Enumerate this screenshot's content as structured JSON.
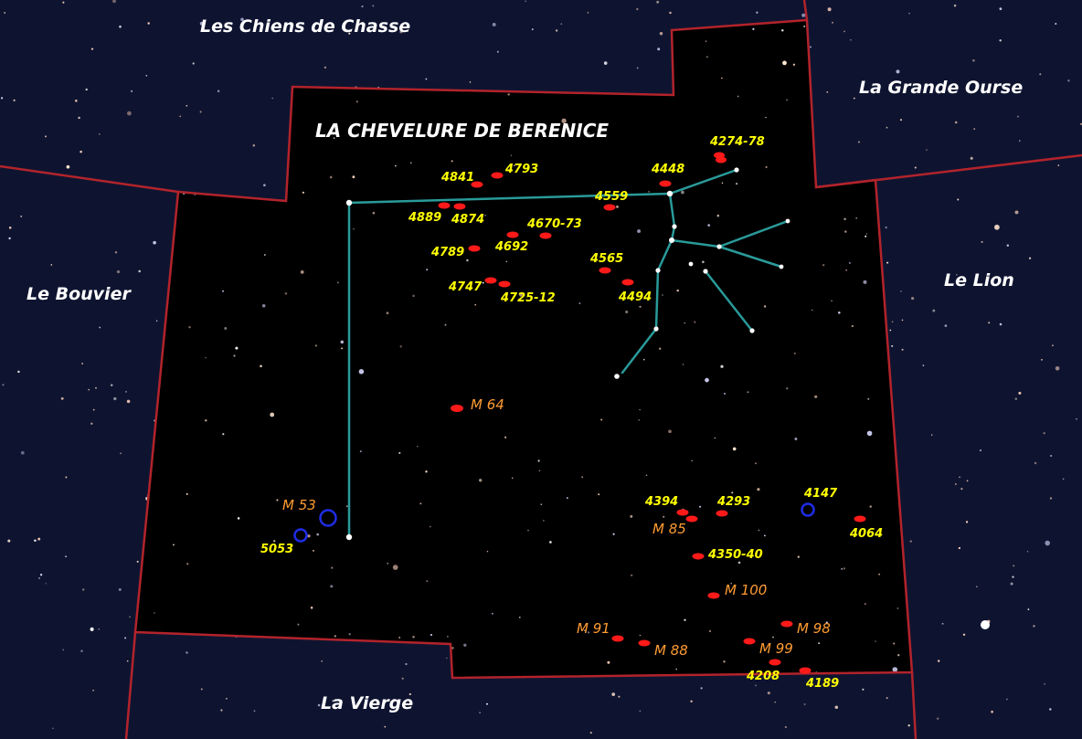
{
  "title": "LA CHEVELURE DE BERENICE",
  "colors": {
    "sky_outside": "#0e1430",
    "sky_inside": "#000000",
    "boundary": "#b3232b",
    "stick_figure": "#2a9a9a",
    "galaxy_marker": "#ff1a1a",
    "cluster_marker": "#1e2ce6",
    "ngc_label": "#ffff00",
    "messier_label": "#ff9c33",
    "region_label": "#ffffff"
  },
  "regions": {
    "chiens": "Les Chiens de Chasse",
    "grande_ourse": "La Grande Ourse",
    "bouvier": "Le Bouvier",
    "lion": "Le Lion",
    "vierge": "La Vierge"
  },
  "galaxies": [
    {
      "id": "4274-78",
      "label": "4274-78",
      "kind": "ngc"
    },
    {
      "id": "4793",
      "label": "4793",
      "kind": "ngc"
    },
    {
      "id": "4841",
      "label": "4841",
      "kind": "ngc"
    },
    {
      "id": "4448",
      "label": "4448",
      "kind": "ngc"
    },
    {
      "id": "4559",
      "label": "4559",
      "kind": "ngc"
    },
    {
      "id": "4889",
      "label": "4889",
      "kind": "ngc"
    },
    {
      "id": "4874",
      "label": "4874",
      "kind": "ngc"
    },
    {
      "id": "4670-73",
      "label": "4670-73",
      "kind": "ngc"
    },
    {
      "id": "4692",
      "label": "4692",
      "kind": "ngc"
    },
    {
      "id": "4789",
      "label": "4789",
      "kind": "ngc"
    },
    {
      "id": "4565",
      "label": "4565",
      "kind": "ngc"
    },
    {
      "id": "4747",
      "label": "4747",
      "kind": "ngc"
    },
    {
      "id": "4725-12",
      "label": "4725-12",
      "kind": "ngc"
    },
    {
      "id": "4494",
      "label": "4494",
      "kind": "ngc"
    },
    {
      "id": "m64",
      "label": "M 64",
      "kind": "messier"
    },
    {
      "id": "4394",
      "label": "4394",
      "kind": "ngc"
    },
    {
      "id": "4293",
      "label": "4293",
      "kind": "ngc"
    },
    {
      "id": "m85",
      "label": "M 85",
      "kind": "messier"
    },
    {
      "id": "4064",
      "label": "4064",
      "kind": "ngc"
    },
    {
      "id": "4350-40",
      "label": "4350-40",
      "kind": "ngc"
    },
    {
      "id": "m100",
      "label": "M 100",
      "kind": "messier"
    },
    {
      "id": "m91",
      "label": "M 91",
      "kind": "messier"
    },
    {
      "id": "m88",
      "label": "M 88",
      "kind": "messier"
    },
    {
      "id": "m98",
      "label": "M 98",
      "kind": "messier"
    },
    {
      "id": "m99",
      "label": "M 99",
      "kind": "messier"
    },
    {
      "id": "4208",
      "label": "4208",
      "kind": "ngc"
    },
    {
      "id": "4189",
      "label": "4189",
      "kind": "ngc"
    }
  ],
  "clusters": [
    {
      "id": "m53",
      "label": "M 53",
      "kind": "messier"
    },
    {
      "id": "5053",
      "label": "5053",
      "kind": "ngc"
    },
    {
      "id": "4147",
      "label": "4147",
      "kind": "ngc"
    }
  ]
}
